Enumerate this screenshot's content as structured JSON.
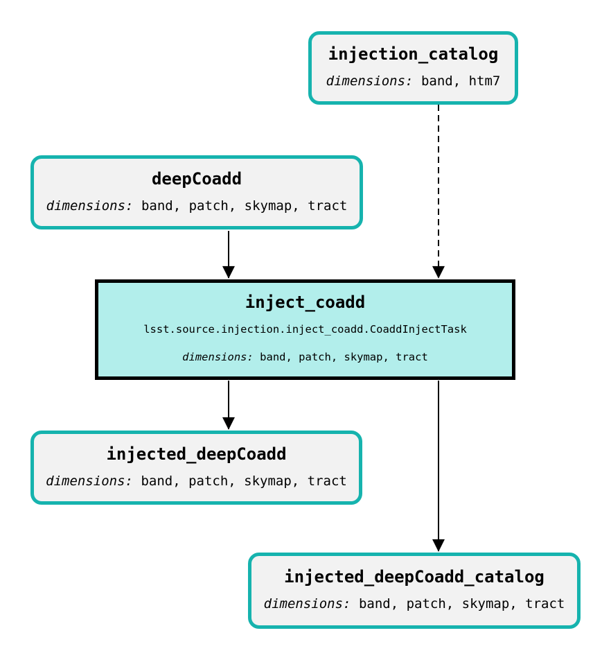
{
  "diagram": {
    "kind": "pipeline-task-graph",
    "nodes": [
      {
        "id": "injection_catalog",
        "role": "dataset",
        "title": "injection_catalog",
        "dimensions_label": "dimensions:",
        "dimensions": "band, htm7"
      },
      {
        "id": "deepCoadd",
        "role": "dataset",
        "title": "deepCoadd",
        "dimensions_label": "dimensions:",
        "dimensions": "band, patch, skymap, tract"
      },
      {
        "id": "inject_coadd",
        "role": "task",
        "title": "inject_coadd",
        "task_class": "lsst.source.injection.inject_coadd.CoaddInjectTask",
        "dimensions_label": "dimensions:",
        "dimensions": "band, patch, skymap, tract"
      },
      {
        "id": "injected_deepCoadd",
        "role": "dataset",
        "title": "injected_deepCoadd",
        "dimensions_label": "dimensions:",
        "dimensions": "band, patch, skymap, tract"
      },
      {
        "id": "injected_deepCoadd_catalog",
        "role": "dataset",
        "title": "injected_deepCoadd_catalog",
        "dimensions_label": "dimensions:",
        "dimensions": "band, patch, skymap, tract"
      }
    ],
    "edges": [
      {
        "from": "injection_catalog",
        "to": "inject_coadd",
        "style": "dashed"
      },
      {
        "from": "deepCoadd",
        "to": "inject_coadd",
        "style": "solid"
      },
      {
        "from": "inject_coadd",
        "to": "injected_deepCoadd",
        "style": "solid"
      },
      {
        "from": "inject_coadd",
        "to": "injected_deepCoadd_catalog",
        "style": "solid"
      }
    ],
    "colors": {
      "background": "#ffffff",
      "dataset_border": "#16b3ae",
      "dataset_fill": "#f2f2f2",
      "task_border": "#000000",
      "task_fill": "#b2eeeb",
      "edge": "#000000"
    }
  }
}
